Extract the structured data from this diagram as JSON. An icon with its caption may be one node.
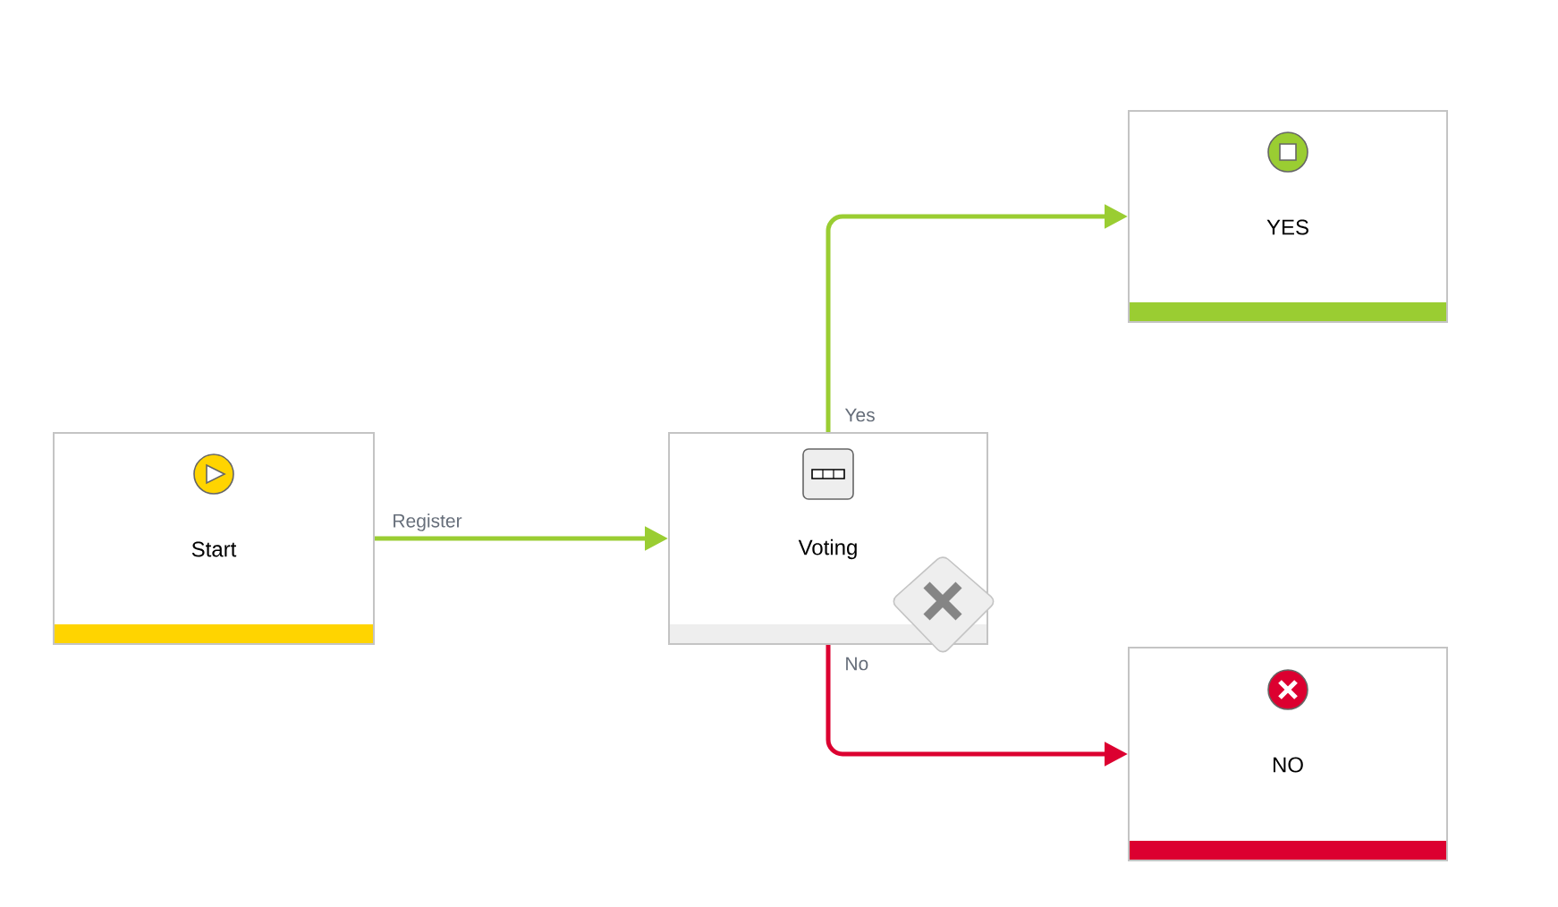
{
  "diagram": {
    "nodes": [
      {
        "text": [
          "Start"
        ]
      },
      {
        "text": [
          "Voting"
        ]
      },
      {
        "text": [
          "YES"
        ]
      },
      {
        "text": [
          "NO"
        ]
      }
    ],
    "edges": [
      {
        "from": 0,
        "to": 1,
        "arrow": "to",
        "label": "Register"
      },
      {
        "from": 1,
        "to": 2,
        "arrow": "to",
        "label": "Yes"
      },
      {
        "from": 1,
        "to": 3,
        "arrow": "to",
        "label": "No",
        "color": "#dc0030"
      }
    ]
  }
}
